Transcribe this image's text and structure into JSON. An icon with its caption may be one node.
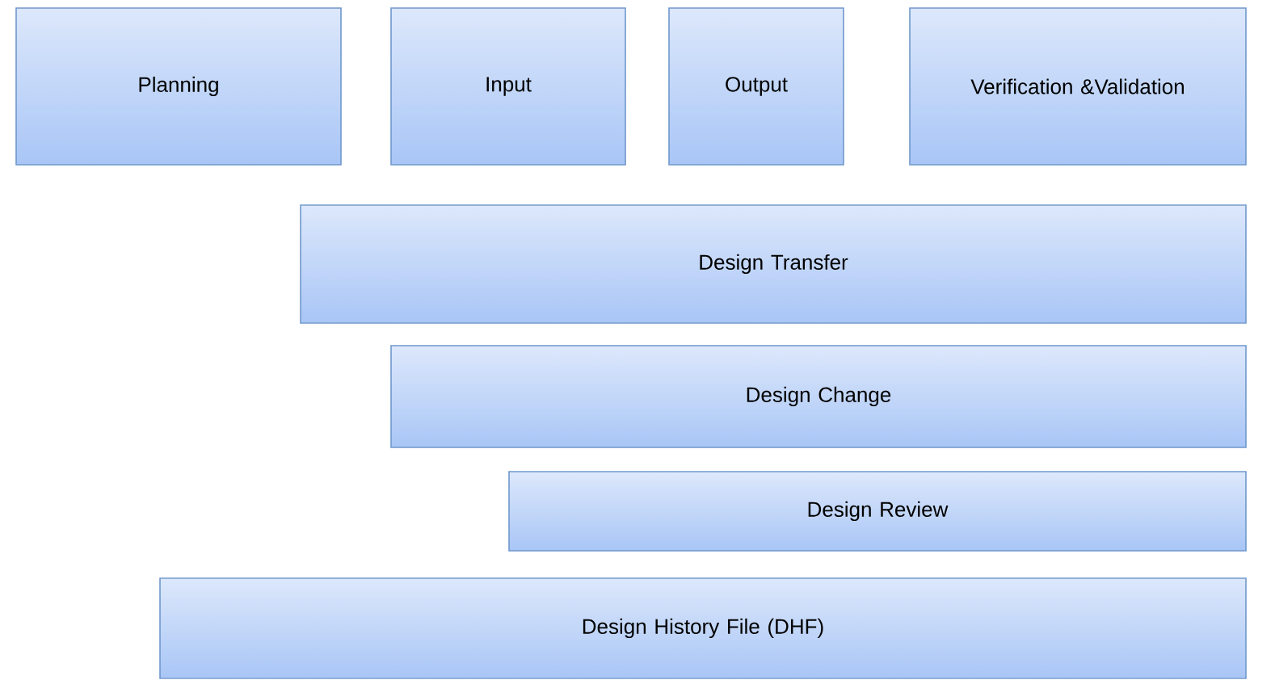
{
  "diagram": {
    "nodes": [
      {
        "text": [
          "Planning"
        ]
      },
      {
        "text": [
          "Input"
        ]
      },
      {
        "text": [
          "Output"
        ]
      },
      {
        "text": [
          "Verification &Validation"
        ]
      },
      {
        "text": [
          "Design Transfer"
        ]
      },
      {
        "text": [
          "Design Change"
        ]
      },
      {
        "text": [
          "Design Review"
        ]
      },
      {
        "text": [
          "Design History File (DHF)"
        ]
      }
    ]
  }
}
